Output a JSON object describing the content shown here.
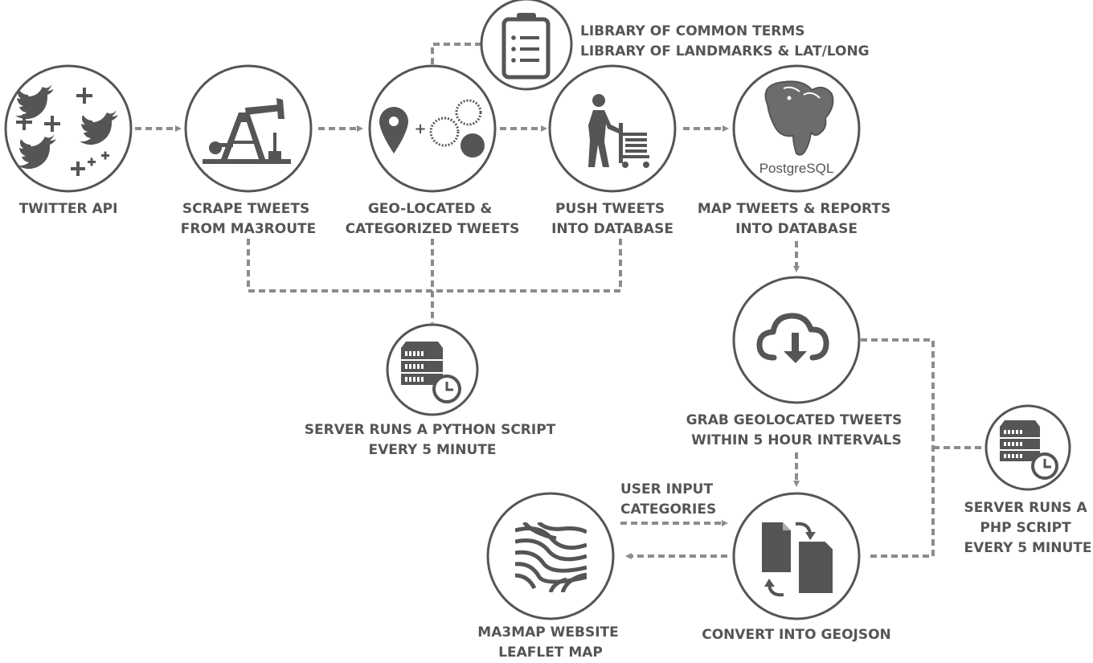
{
  "colors": {
    "icon": "#555555",
    "connector": "#8c8c8c",
    "text": "#555555",
    "background": "#ffffff"
  },
  "nodes": [
    {
      "id": "twitter-api",
      "icon": "twitter-birds-icon",
      "label": [
        "TWITTER API"
      ]
    },
    {
      "id": "scrape",
      "icon": "oil-pump-icon",
      "label": [
        "SCRAPE TWEETS",
        "FROM MA3ROUTE"
      ]
    },
    {
      "id": "geo",
      "icon": "map-pin-categories-icon",
      "label": [
        "GEO-LOCATED &",
        "CATEGORIZED TWEETS"
      ]
    },
    {
      "id": "push",
      "icon": "person-cart-icon",
      "label": [
        "PUSH TWEETS",
        "INTO DATABASE"
      ]
    },
    {
      "id": "postgres",
      "icon": "postgresql-logo-icon",
      "logo_text": "PostgreSQL",
      "label": [
        "MAP TWEETS & REPORTS",
        "INTO DATABASE"
      ]
    },
    {
      "id": "grab",
      "icon": "cloud-download-icon",
      "label": [
        "GRAB GEOLOCATED TWEETS",
        "WITHIN 5 HOUR INTERVALS"
      ]
    },
    {
      "id": "convert",
      "icon": "file-convert-icon",
      "label": [
        "CONVERT INTO GEOJSON"
      ]
    },
    {
      "id": "map",
      "icon": "zebra-map-icon",
      "label": [
        "MA3MAP WEBSITE",
        "LEAFLET MAP"
      ]
    },
    {
      "id": "python-server",
      "icon": "server-clock-icon",
      "label": [
        "SERVER RUNS A PYTHON SCRIPT",
        "EVERY 5 MINUTE"
      ]
    },
    {
      "id": "php-server",
      "icon": "server-clock-icon",
      "label": [
        "SERVER RUNS A",
        "PHP SCRIPT",
        "EVERY 5 MINUTE"
      ]
    },
    {
      "id": "library",
      "icon": "clipboard-list-icon",
      "label": [
        "LIBRARY OF COMMON TERMS",
        "LIBRARY OF LANDMARKS & LAT/LONG"
      ]
    }
  ],
  "user_input_label": [
    "USER INPUT",
    "CATEGORIES"
  ]
}
